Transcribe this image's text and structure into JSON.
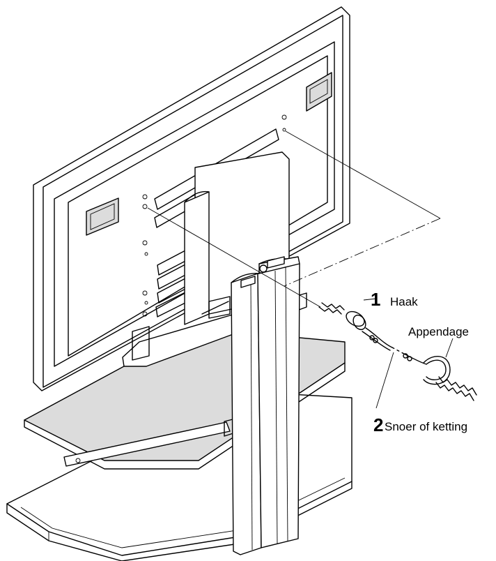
{
  "labels": {
    "hook_number": "1",
    "hook_text": "Haak",
    "attachment_text": "Appendage",
    "cord_number": "2",
    "cord_text": "Snoer of ketting"
  }
}
